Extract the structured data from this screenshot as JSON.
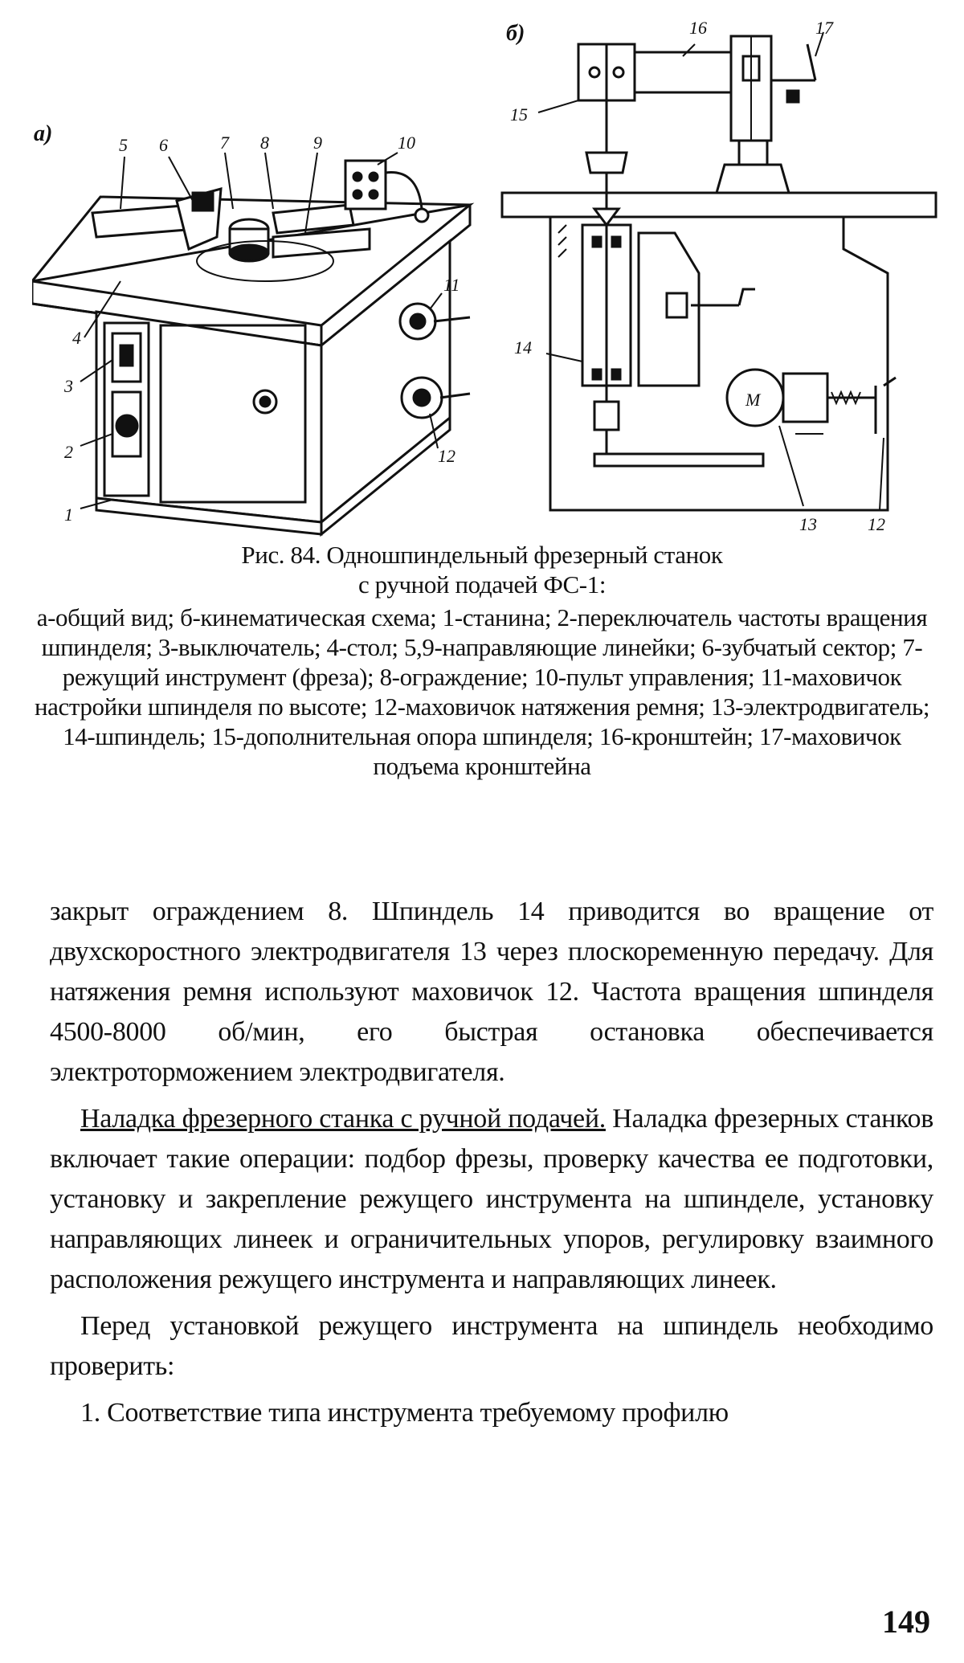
{
  "figure": {
    "panel_a_label": "а)",
    "panel_b_label": "б)",
    "callouts_a": [
      "1",
      "2",
      "3",
      "4",
      "5",
      "6",
      "7",
      "8",
      "9",
      "10",
      "11",
      "12"
    ],
    "callouts_b": [
      "12",
      "13",
      "14",
      "15",
      "16",
      "17"
    ],
    "motor_label": "М"
  },
  "caption": {
    "title_line1": "Рис. 84. Одношпиндельный фрезерный станок",
    "title_line2": "с ручной подачей ФС-1:",
    "legend": "а-общий вид; б-кинематическая схема; 1-станина; 2-переключатель частоты вращения шпинделя; 3-выключатель; 4-стол; 5,9-направляющие линейки; 6-зубчатый сектор; 7-режущий инструмент (фреза); 8-ограждение; 10-пульт управления; 11-маховичок настройки шпинделя по высоте; 12-маховичок натяжения ремня; 13-электродвигатель; 14-шпиндель; 15-дополнительная опора шпинделя; 16-кронштейн; 17-маховичок подъема кронштейна"
  },
  "body": {
    "para1": "закрыт ограждением 8. Шпиндель 14 приводится во вращение от двухскоростного электродвигателя 13 через плоскоременную передачу. Для натяжения ремня используют маховичок 12. Частота вращения шпинделя 4500-8000 об/мин, его быстрая остановка обеспечивается электроторможением электродвигателя.",
    "para2_heading": "Наладка фрезерного станка с ручной подачей.",
    "para2_rest": " Наладка фрезерных станков включает такие операции: подбор фрезы, проверку качества ее подготовки, установку и закрепление режущего инструмента на шпинделе, установку направляющих линеек и ограничительных упоров, регулировку взаимного расположения режущего инструмента и направляющих линеек.",
    "para3": "Перед установкой режущего инструмента на шпиндель необходимо проверить:",
    "para4": "1. Соответствие типа инструмента требуемому профилю"
  },
  "page_number": "149"
}
